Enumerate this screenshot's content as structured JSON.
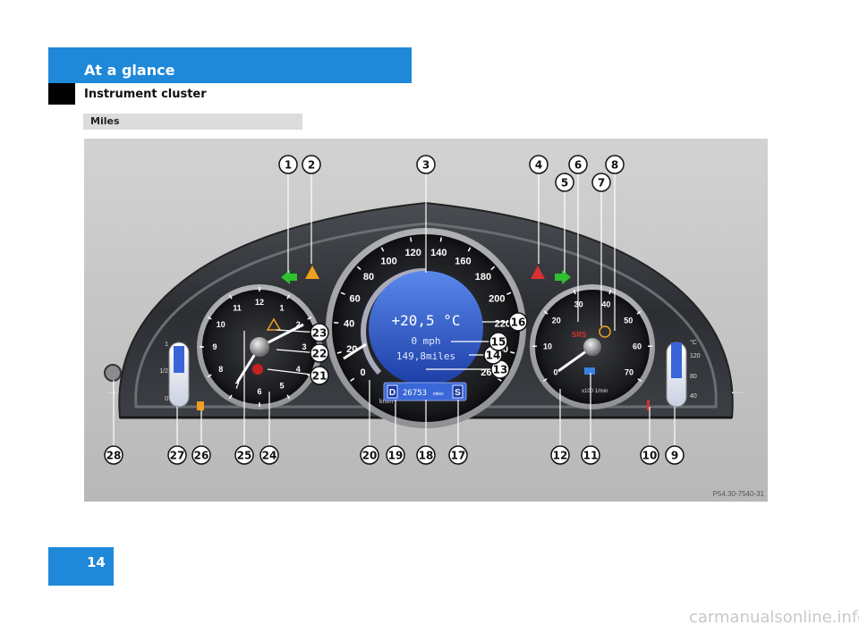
{
  "header": {
    "section_title": "At a glance",
    "subtitle": "Instrument cluster",
    "variant_label": "Miles"
  },
  "figure": {
    "code": "P54.30-7540-31",
    "callouts": [
      "1",
      "2",
      "3",
      "4",
      "5",
      "6",
      "7",
      "8",
      "9",
      "10",
      "11",
      "12",
      "13",
      "14",
      "15",
      "16",
      "17",
      "18",
      "19",
      "20",
      "21",
      "22",
      "23",
      "24",
      "25",
      "26",
      "27",
      "28"
    ],
    "speedometer": {
      "ticks": [
        "0",
        "20",
        "40",
        "60",
        "80",
        "100",
        "120",
        "140",
        "160",
        "180",
        "200",
        "220",
        "240",
        "260"
      ],
      "unit": "km/h",
      "display_temp": "+20,5 °C",
      "display_speed": "0 mph",
      "display_trip": "149,8miles",
      "odometer": "26753",
      "odometer_unit": "miles",
      "gear_left": "D",
      "gear_right": "S"
    },
    "tachometer": {
      "ticks": [
        "0",
        "10",
        "20",
        "30",
        "40",
        "50",
        "60",
        "70"
      ],
      "unit": "x100 1/min",
      "srs": "SRS"
    },
    "clock": {
      "ticks": [
        "12",
        "1",
        "2",
        "3",
        "4",
        "5",
        "6",
        "7",
        "8",
        "9",
        "10",
        "11"
      ]
    },
    "fuel_gauge": {
      "ticks": [
        "1",
        "1/2",
        "0"
      ]
    },
    "coolant_gauge": {
      "unit": "°C",
      "ticks": [
        "120",
        "80",
        "40"
      ]
    }
  },
  "colors": {
    "accent": "#1f88d9",
    "display_blue": "#2a56c8",
    "warning_orange": "#f0a020",
    "indicator_green": "#2ec02e",
    "hazard_red": "#d83030"
  },
  "footer": {
    "page_number": "14",
    "watermark": "carmanualsonline.info"
  }
}
